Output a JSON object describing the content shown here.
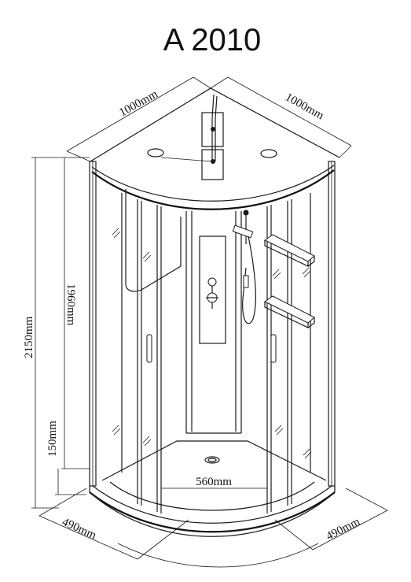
{
  "title": "A 2010",
  "dimensions": {
    "top_left_width": "1000mm",
    "top_right_width": "1000mm",
    "total_height": "2150mm",
    "cabin_height": "1960mm",
    "tray_height": "150mm",
    "door_opening": "560mm",
    "bottom_left_depth": "490mm",
    "bottom_right_depth": "490mm"
  }
}
